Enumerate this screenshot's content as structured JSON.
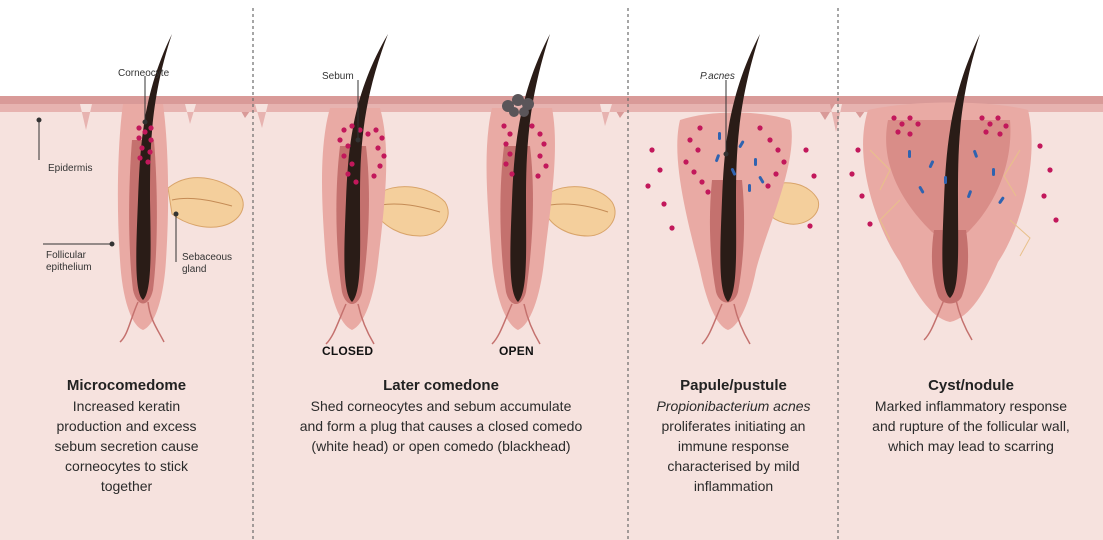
{
  "labels": {
    "corneocyte": "Corneocyte",
    "epidermis": "Epidermis",
    "follicular_1": "Follicular",
    "follicular_2": "epithelium",
    "sebaceous_1": "Sebaceous",
    "sebaceous_2": "gland",
    "sebum": "Sebum",
    "pacnes": "P.acnes",
    "closed": "CLOSED",
    "open": "OPEN"
  },
  "panels": [
    {
      "title": "Microcomedome",
      "lines": [
        "Increased keratin",
        "production and excess",
        "sebum secretion cause",
        "corneocytes to stick",
        "together"
      ]
    },
    {
      "title": "Later comedone",
      "lines": [
        "Shed corneocytes and sebum accumulate",
        "and form a plug that causes a closed comedo",
        "(white head) or open comedo (blackhead)"
      ]
    },
    {
      "title": "Papule/pustule",
      "lines": [
        "Propionibacterium acnes",
        "proliferates initiating an",
        "immune response",
        "characterised by mild",
        "inflammation"
      ]
    },
    {
      "title": "Cyst/nodule",
      "lines": [
        "Marked inflammatory response",
        "and rupture of the follicular wall,",
        "which may lead to scarring"
      ]
    }
  ],
  "colors": {
    "dermis_bg": "#f6e2de",
    "skin_band": "#d99a98",
    "follicle_wall": "#e9aaa4",
    "follicle_inner": "#c4716e",
    "hair": "#2a1c17",
    "sebum_dot": "#c2185b",
    "gland": "#f4cf9c",
    "bacteria": "#2f63b0",
    "divider": "#6b6b6b"
  }
}
